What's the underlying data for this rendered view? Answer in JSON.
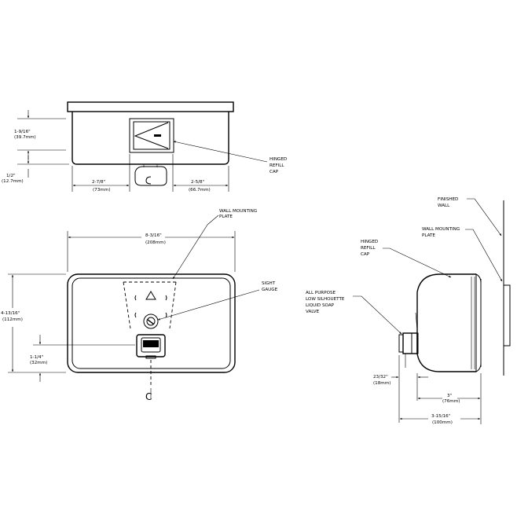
{
  "top_view": {
    "dim_height": "1-9/16\"",
    "dim_height_mm": "(39.7mm)",
    "dim_offset": "1/2\"",
    "dim_offset_mm": "(12.7mm)",
    "dim_left": "2-7/8\"",
    "dim_left_mm": "(73mm)",
    "dim_right": "2-5/8\"",
    "dim_right_mm": "(66.7mm)",
    "callout_cap": [
      "HINGED",
      "REFILL",
      "CAP"
    ]
  },
  "front_view": {
    "dim_width": "8-3/16\"",
    "dim_width_mm": "(208mm)",
    "dim_height": "4-13/16\"",
    "dim_height_mm": "(112mm)",
    "dim_valve": "1-1/4\"",
    "dim_valve_mm": "(32mm)",
    "callout_plate": [
      "WALL MOUNTING",
      "PLATE"
    ],
    "callout_gauge": [
      "SIGHT",
      "GAUGE"
    ],
    "centerline": "C"
  },
  "side_view": {
    "callout_wall": [
      "FINISHED",
      "WALL"
    ],
    "callout_plate": [
      "WALL MOUNTING",
      "PLATE"
    ],
    "callout_cap": [
      "HINGED",
      "REFILL",
      "CAP"
    ],
    "callout_valve": [
      "ALL PURPOSE",
      "LOW SILHOUETTE",
      "LIQUID SOAP",
      "VALVE"
    ],
    "dim_valve": "23/32\"",
    "dim_valve_mm": "(18mm)",
    "dim_depth": "3\"",
    "dim_depth_mm": "(76mm)",
    "dim_total": "3-15/16\"",
    "dim_total_mm": "(100mm)"
  }
}
